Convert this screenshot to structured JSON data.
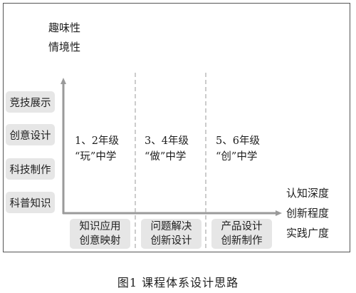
{
  "y_axis_labels": [
    "趣味性",
    "情境性"
  ],
  "side_items": [
    "竞技展示",
    "创意设计",
    "科技制作",
    "科普知识"
  ],
  "stages": [
    {
      "line1": "1、2年级",
      "line2": "“玩”中学",
      "box": [
        "知识应用",
        "创意映射"
      ]
    },
    {
      "line1": "3、4年级",
      "line2": "“做”中学",
      "box": [
        "问题解决",
        "创新设计"
      ]
    },
    {
      "line1": "5、6年级",
      "line2": "“创”中学",
      "box": [
        "产品设计",
        "创新制作"
      ]
    }
  ],
  "x_axis_labels": [
    "认知深度",
    "创新程度",
    "实践广度"
  ],
  "caption": "图1  课程体系设计思路"
}
